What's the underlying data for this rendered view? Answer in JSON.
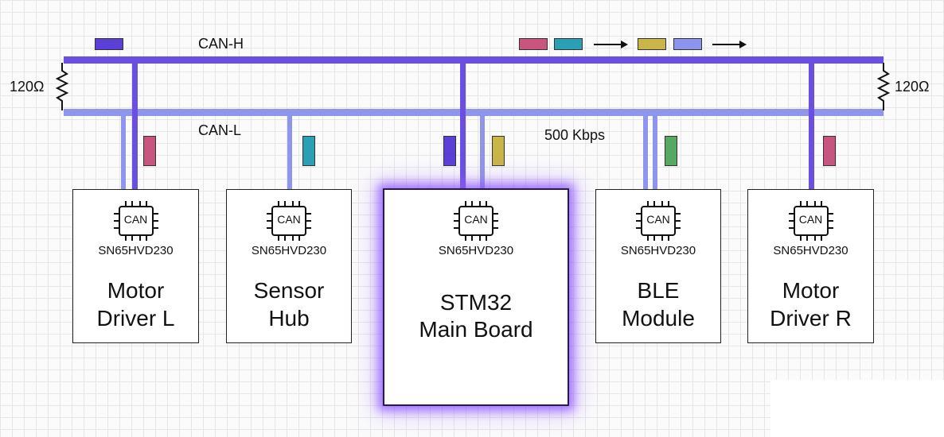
{
  "bus": {
    "can_h_label": "CAN-H",
    "can_l_label": "CAN-L",
    "bitrate_label": "500 Kbps",
    "can_h_color": "#6a4fe0",
    "can_l_color": "#8f95ea",
    "left_termination": "120Ω",
    "right_termination": "120Ω"
  },
  "packet_colors": {
    "violet": "#5b3fd6",
    "pink": "#c85580",
    "teal": "#2aa0b4",
    "olive": "#c9b548",
    "lavender": "#8d94ef",
    "green": "#58a763"
  },
  "transceiver_chip": "CAN",
  "nodes": [
    {
      "chip": "CAN",
      "part": "SN65HVD230",
      "line1": "Motor",
      "line2": "Driver L"
    },
    {
      "chip": "CAN",
      "part": "SN65HVD230",
      "line1": "Sensor",
      "line2": "Hub"
    },
    {
      "chip": "CAN",
      "part": "SN65HVD230",
      "line1": "STM32",
      "line2": "Main Board"
    },
    {
      "chip": "CAN",
      "part": "SN65HVD230",
      "line1": "BLE",
      "line2": "Module"
    },
    {
      "chip": "CAN",
      "part": "SN65HVD230",
      "line1": "Motor",
      "line2": "Driver R"
    }
  ]
}
